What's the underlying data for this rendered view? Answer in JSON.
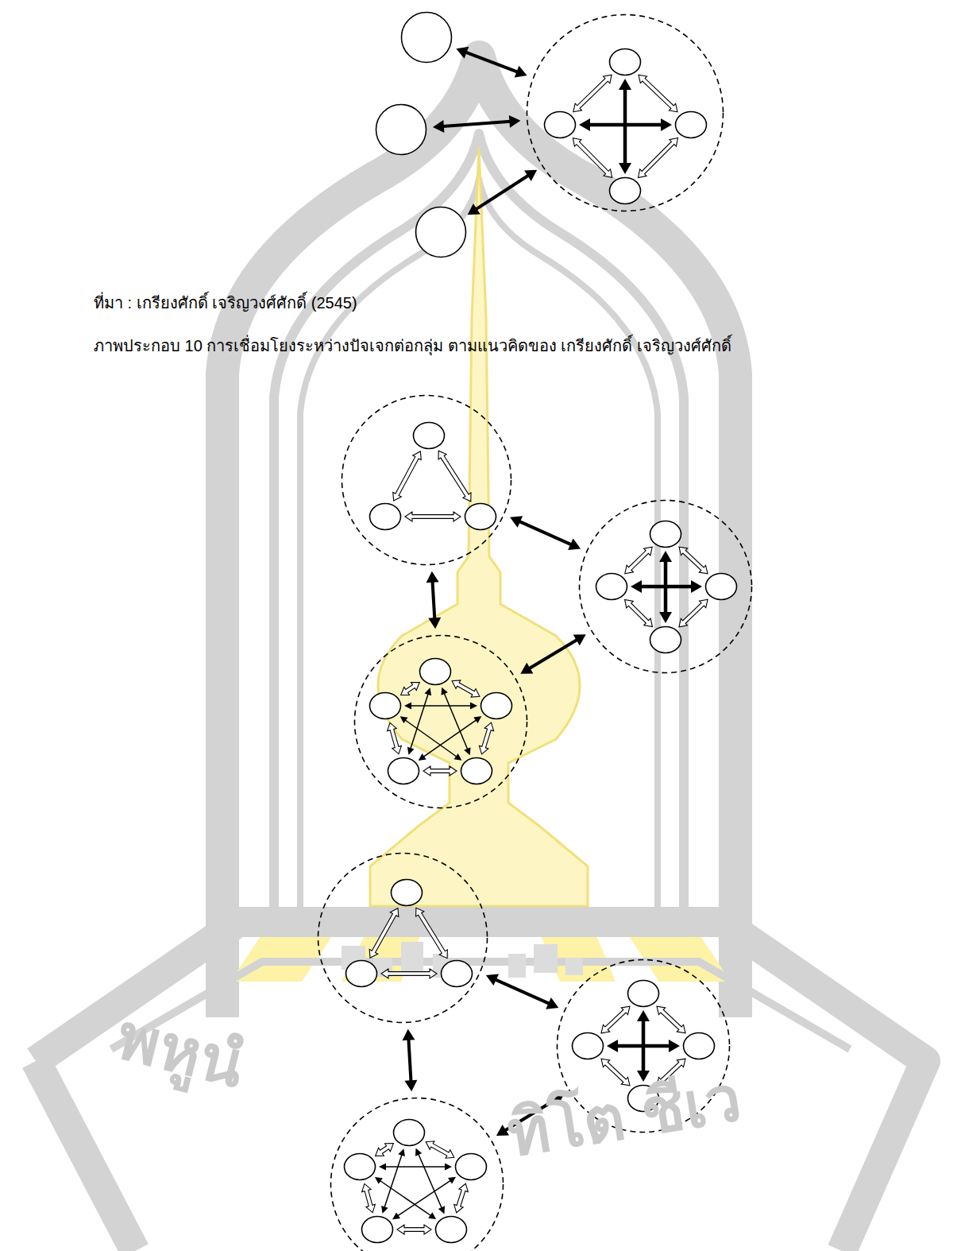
{
  "diagram": {
    "caption": "ภาพประกอบ 10 การเชื่อมโยงระหว่างปัจเจกต่อกลุ่ม ตามแนวคิดของ เกรียงศักดิ์ เจริญวงศ์ศักดิ์",
    "nodes": [
      {
        "text": []
      },
      {
        "text": []
      },
      {
        "text": []
      },
      {
        "text": []
      },
      {
        "text": [],
        "in": 3
      },
      {
        "text": [],
        "in": 3
      },
      {
        "text": [],
        "in": 3
      },
      {
        "text": [],
        "in": 3
      },
      {
        "text": []
      },
      {
        "text": [],
        "in": 8
      },
      {
        "text": [],
        "in": 8
      },
      {
        "text": [],
        "in": 8
      },
      {
        "text": []
      },
      {
        "text": [],
        "in": 12
      },
      {
        "text": [],
        "in": 12
      },
      {
        "text": [],
        "in": 12
      },
      {
        "text": [],
        "in": 12
      },
      {
        "text": []
      },
      {
        "text": [],
        "in": 17
      },
      {
        "text": [],
        "in": 17
      },
      {
        "text": [],
        "in": 17
      },
      {
        "text": [],
        "in": 17
      },
      {
        "text": [],
        "in": 17
      },
      {
        "text": []
      },
      {
        "text": [],
        "in": 23
      },
      {
        "text": [],
        "in": 23
      },
      {
        "text": [],
        "in": 23
      },
      {
        "text": []
      },
      {
        "text": [],
        "in": 27
      },
      {
        "text": [],
        "in": 27
      },
      {
        "text": [],
        "in": 27
      },
      {
        "text": [],
        "in": 27
      },
      {
        "text": []
      },
      {
        "text": [],
        "in": 32
      },
      {
        "text": [],
        "in": 32
      },
      {
        "text": [],
        "in": 32
      },
      {
        "text": [],
        "in": 32
      },
      {
        "text": [],
        "in": 32
      }
    ],
    "edges": [
      {
        "from": 0,
        "to": 3,
        "arrow": "both"
      },
      {
        "from": 1,
        "to": 3,
        "arrow": "both"
      },
      {
        "from": 2,
        "to": 3,
        "arrow": "both"
      },
      {
        "from": 4,
        "to": 5,
        "arrow": "both"
      },
      {
        "from": 5,
        "to": 6,
        "arrow": "both"
      },
      {
        "from": 6,
        "to": 7,
        "arrow": "both"
      },
      {
        "from": 7,
        "to": 4,
        "arrow": "both"
      },
      {
        "from": 4,
        "to": 6,
        "arrow": "both"
      },
      {
        "from": 5,
        "to": 7,
        "arrow": "both"
      },
      {
        "from": 8,
        "to": 12,
        "arrow": "both"
      },
      {
        "from": 8,
        "to": 17,
        "arrow": "both"
      },
      {
        "from": 12,
        "to": 17,
        "arrow": "both"
      },
      {
        "from": 9,
        "to": 10,
        "arrow": "both"
      },
      {
        "from": 10,
        "to": 11,
        "arrow": "both"
      },
      {
        "from": 11,
        "to": 9,
        "arrow": "both"
      },
      {
        "from": 13,
        "to": 14,
        "arrow": "both"
      },
      {
        "from": 14,
        "to": 15,
        "arrow": "both"
      },
      {
        "from": 15,
        "to": 16,
        "arrow": "both"
      },
      {
        "from": 16,
        "to": 13,
        "arrow": "both"
      },
      {
        "from": 13,
        "to": 15,
        "arrow": "both"
      },
      {
        "from": 14,
        "to": 16,
        "arrow": "both"
      },
      {
        "from": 18,
        "to": 19,
        "arrow": "both"
      },
      {
        "from": 19,
        "to": 20,
        "arrow": "both"
      },
      {
        "from": 20,
        "to": 21,
        "arrow": "both"
      },
      {
        "from": 21,
        "to": 22,
        "arrow": "both"
      },
      {
        "from": 22,
        "to": 18,
        "arrow": "both"
      },
      {
        "from": 18,
        "to": 20,
        "arrow": "both"
      },
      {
        "from": 18,
        "to": 21,
        "arrow": "both"
      },
      {
        "from": 19,
        "to": 21,
        "arrow": "both"
      },
      {
        "from": 19,
        "to": 22,
        "arrow": "both"
      },
      {
        "from": 20,
        "to": 22,
        "arrow": "both"
      },
      {
        "from": 23,
        "to": 27,
        "arrow": "both"
      },
      {
        "from": 23,
        "to": 32,
        "arrow": "both"
      },
      {
        "from": 27,
        "to": 32,
        "arrow": "both"
      },
      {
        "from": 24,
        "to": 25,
        "arrow": "both"
      },
      {
        "from": 25,
        "to": 26,
        "arrow": "both"
      },
      {
        "from": 26,
        "to": 24,
        "arrow": "both"
      },
      {
        "from": 28,
        "to": 29,
        "arrow": "both"
      },
      {
        "from": 29,
        "to": 30,
        "arrow": "both"
      },
      {
        "from": 30,
        "to": 31,
        "arrow": "both"
      },
      {
        "from": 31,
        "to": 28,
        "arrow": "both"
      },
      {
        "from": 28,
        "to": 30,
        "arrow": "both"
      },
      {
        "from": 29,
        "to": 31,
        "arrow": "both"
      },
      {
        "from": 33,
        "to": 34,
        "arrow": "both"
      },
      {
        "from": 34,
        "to": 35,
        "arrow": "both"
      },
      {
        "from": 35,
        "to": 36,
        "arrow": "both"
      },
      {
        "from": 36,
        "to": 37,
        "arrow": "both"
      },
      {
        "from": 37,
        "to": 33,
        "arrow": "both"
      },
      {
        "from": 33,
        "to": 35,
        "arrow": "both"
      },
      {
        "from": 33,
        "to": 36,
        "arrow": "both"
      },
      {
        "from": 34,
        "to": 36,
        "arrow": "both"
      },
      {
        "from": 34,
        "to": 37,
        "arrow": "both"
      },
      {
        "from": 35,
        "to": 37,
        "arrow": "both"
      }
    ],
    "labels": [
      "ที่มา : เกรียงศักดิ์ เจริญวงศ์ศักดิ์ (2545)",
      "พหูนํ",
      "ทิโต ชีเว"
    ]
  }
}
